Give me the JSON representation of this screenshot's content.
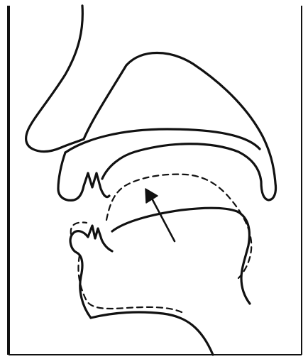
{
  "diagram": {
    "type": "sagittal-section-vocal-tract",
    "colors": {
      "ink": "#111111",
      "background": "#ffffff"
    },
    "elements": [
      "border",
      "nose-and-upper-face-outline",
      "hard-palate-and-velum-outline",
      "upper-lip-and-teeth-outline",
      "lower-lip-and-teeth-outline",
      "tongue-solid-outline",
      "tongue-dashed-outline",
      "floor-dashed-outline",
      "pharynx-wall-outline",
      "tongue-movement-arrow"
    ]
  }
}
